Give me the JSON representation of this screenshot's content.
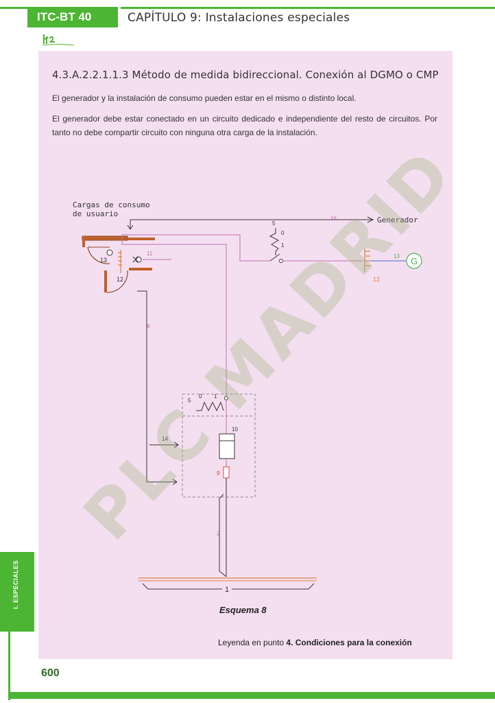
{
  "header": {
    "tag": "ITC-BT 40",
    "chapter": "CAPÍTULO 9: Instalaciones especiales"
  },
  "content": {
    "heading": "4.3.A.2.2.1.1.3 Método de medida bidireccional. Conexión al DGMO o CMP",
    "paragraph_1": "El generador y la instalación de consumo pueden estar en el mismo o distinto local.",
    "paragraph_2": "El generador debe estar conectado en un circuito dedicado e independiente del resto de circuitos. Por tanto no debe compartir circuito con ninguna otra carga de la instalación."
  },
  "diagram": {
    "label_cargas": "Cargas de consumo",
    "label_usuario": "de usuario",
    "label_generador": "Generador",
    "generator_symbol": "G",
    "n1": "1",
    "n2": "2",
    "n5": "5",
    "n8": "8",
    "n9": "9",
    "n10": "10",
    "n11": "11",
    "n12": "12",
    "n13": "13",
    "n14": "14",
    "n16": "16",
    "s0": "0",
    "colors": {
      "pink": "#c070b0",
      "orange": "#e0864a",
      "brown": "#8b4a2a",
      "green": "#4caf50",
      "dark": "#333333",
      "red": "#e04040"
    }
  },
  "caption": "Esquema 8",
  "legend": {
    "prefix": "Leyenda en punto ",
    "bold": "4. Condiciones para la conexión"
  },
  "side_tab": "I. ESPECIALES",
  "page_number": "600",
  "watermark": "PLC MADRID"
}
